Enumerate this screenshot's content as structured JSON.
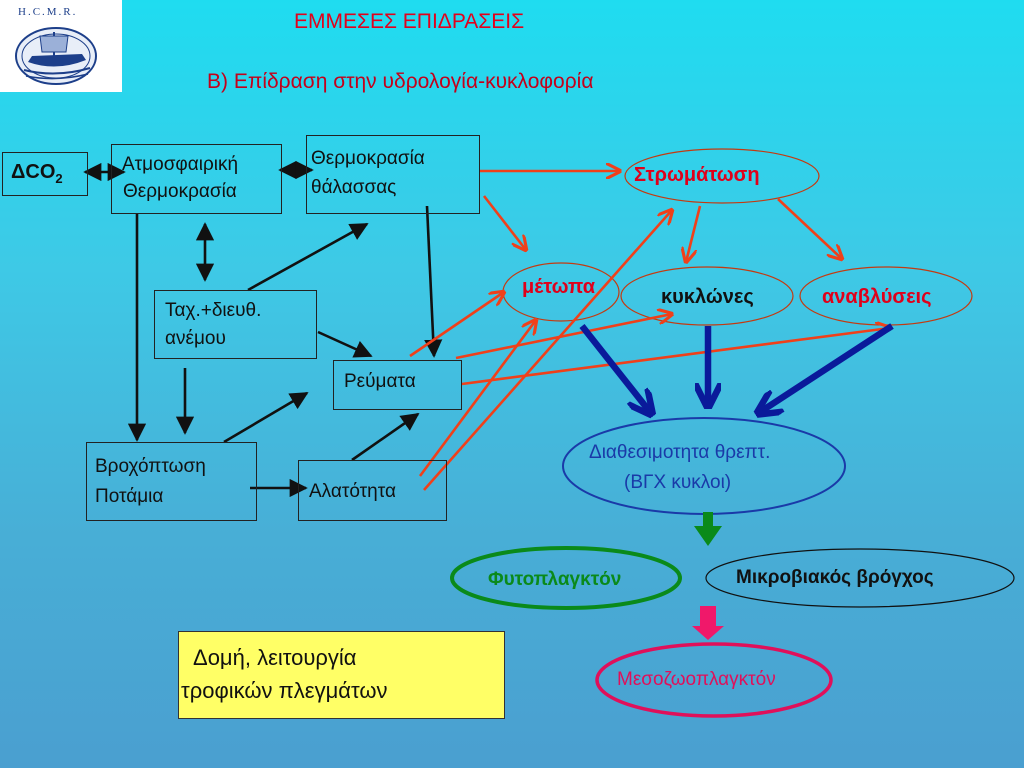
{
  "logo": {
    "text": "H.C.M.R."
  },
  "title": "ΕΜΜΕΣΕΣ ΕΠΙΔΡΑΣΕΙΣ",
  "subtitle": "Β) Επίδραση στην υδρολογία-κυκλοφορία",
  "nodes": {
    "dco2": {
      "main": "ΔCO",
      "sub": "2"
    },
    "atm_temp": {
      "line1": "Ατμοσφαιρική",
      "line2": "Θερμοκρασία"
    },
    "sea_temp": {
      "line1": "Θερμοκρασία",
      "line2": "θάλασσας"
    },
    "wind": {
      "line1": "Ταχ.+διευθ.",
      "line2": "ανέμου"
    },
    "currents": {
      "line1": "Ρεύματα"
    },
    "rain": {
      "line1": "Βροχόπτωση",
      "line2": "Ποτάμια"
    },
    "salinity": {
      "line1": "Αλατότητα"
    },
    "stratification": {
      "label": "Στρωμάτωση"
    },
    "fronts": {
      "label": "μέτωπα"
    },
    "cyclones": {
      "label": "κυκλώνες"
    },
    "upwelling": {
      "label": "αναβλύσεις"
    },
    "nutrients": {
      "line1": "Διαθεσιμοτητα θρεπτ.",
      "line2": "(ΒΓΧ κυκλοι)"
    },
    "phyto": {
      "label": "Φυτοπλαγκτόν"
    },
    "microbial": {
      "label": "Μικροβιακός βρόγχος"
    },
    "meso": {
      "label": "Μεσοζωοπλαγκτόν"
    },
    "foodweb": {
      "line1": "Δομή, λειτουργία",
      "line2": "τροφικών πλεγμάτων"
    }
  },
  "colors": {
    "title_red": "#e3001b",
    "arrow_red": "#f0401a",
    "arrow_blue": "#0a1a9a",
    "arrow_green": "#0a8a1a",
    "arrow_pink": "#f0186a",
    "nutrients_text": "#1a3aa8",
    "phyto_text": "#0a8a1a",
    "meso_text": "#e0105a",
    "foodweb_fill": "#ffff66"
  }
}
